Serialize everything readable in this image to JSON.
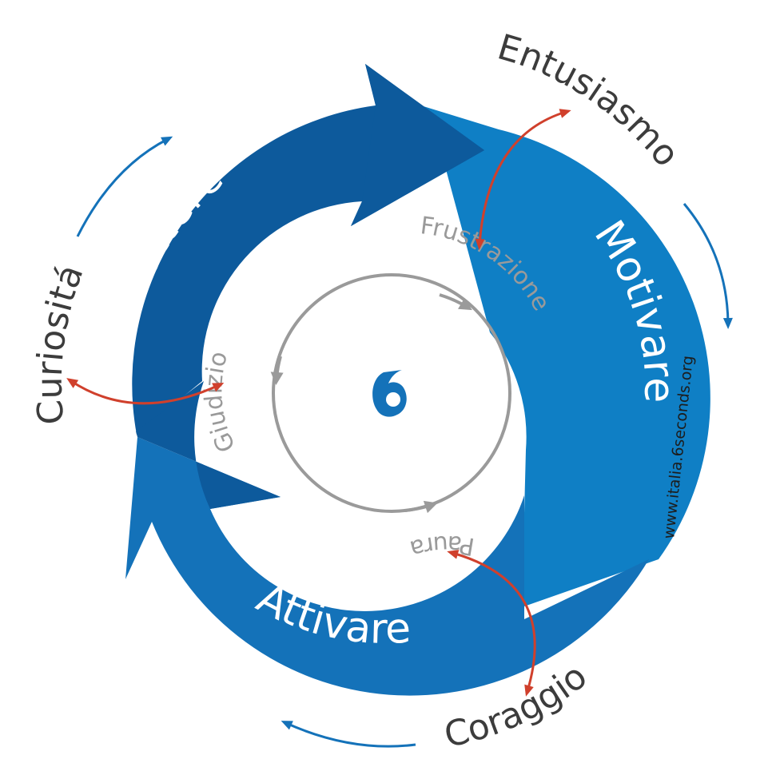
{
  "ring": {
    "reflect_label": "Riflettere",
    "motivate_label": "Motivare",
    "activate_label": "Attivare"
  },
  "outer_emotions": {
    "curiosity": "Curiositá",
    "enthusiasm": "Entusiasmo",
    "courage": "Coraggio"
  },
  "inner_emotions": {
    "judgment": "Giudizio",
    "frustration": "Frustrazione",
    "fear": "Paura"
  },
  "website": "www.italia.6seconds.org",
  "logo_icon": "6seconds-logo-icon",
  "colors": {
    "dark_blue": "#0d5a9c",
    "mid_blue": "#1472b9",
    "light_blue": "#0f7fc5",
    "red_arrow": "#d0402c",
    "gray": "#9a9a9a",
    "text_dark": "#3c3c3c"
  }
}
